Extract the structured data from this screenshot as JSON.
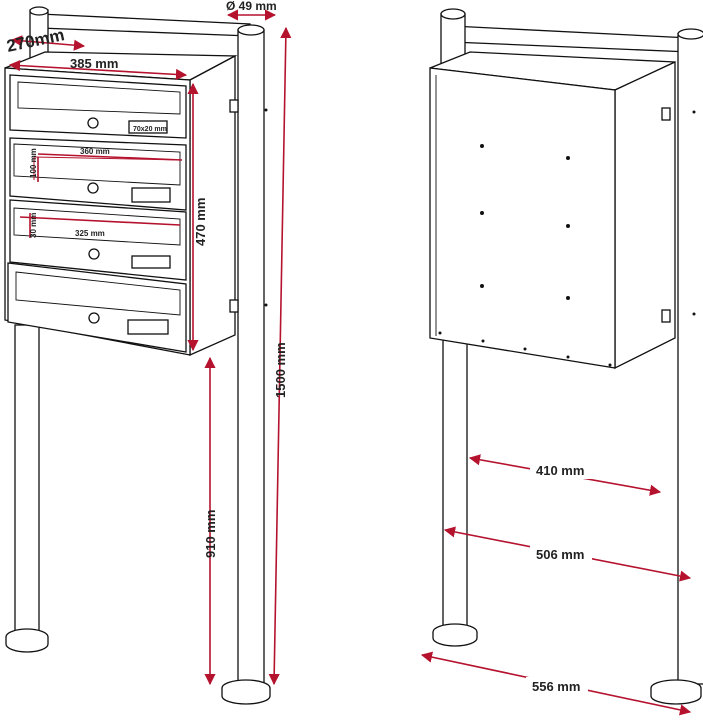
{
  "labels": {
    "depth": "270mm",
    "pipe": "Ø 49 mm",
    "width": "385 mm",
    "label_size": "70x20 mm",
    "slot_width": "360 mm",
    "slot_height": "100 mm",
    "slot_gap": "30 mm",
    "slot_inner": "325 mm",
    "box_height": "470 mm",
    "total_height": "1500 mm",
    "leg_height": "910 mm",
    "inner_width": "410 mm",
    "post_spacing": "506 mm",
    "outer_width": "556 mm"
  },
  "colors": {
    "dimension": "#b5122e",
    "outline": "#111111",
    "background": "#ffffff"
  }
}
